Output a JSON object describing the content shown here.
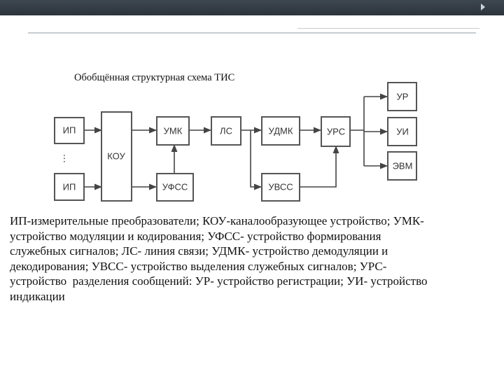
{
  "title": "Обобщённая структурная схема ТИС",
  "blocks": {
    "ip1": "ИП",
    "ip2": "ИП",
    "dots": "⋮",
    "kou": "КОУ",
    "umk": "УМК",
    "ufss": "УФСС",
    "ls": "ЛС",
    "udmk": "УДМК",
    "uvss": "УВСС",
    "urs": "УРС",
    "ur": "УР",
    "ui": "УИ",
    "evm": "ЭВМ"
  },
  "legend": "ИП-измерительные преобразователи; КОУ-каналообразующее устройство; УМК-\nустройство модуляции и кодирования; УФСС- устройство формирования\nслужебных сигналов; ЛС- линия связи; УДМК- устройство демодуляции и\nдекодирования; УВСС- устройство выделения служебных сигналов; УРС-\nустройство  разделения сообщений: УР- устройство регистрации; УИ- устройство\nиндикации"
}
